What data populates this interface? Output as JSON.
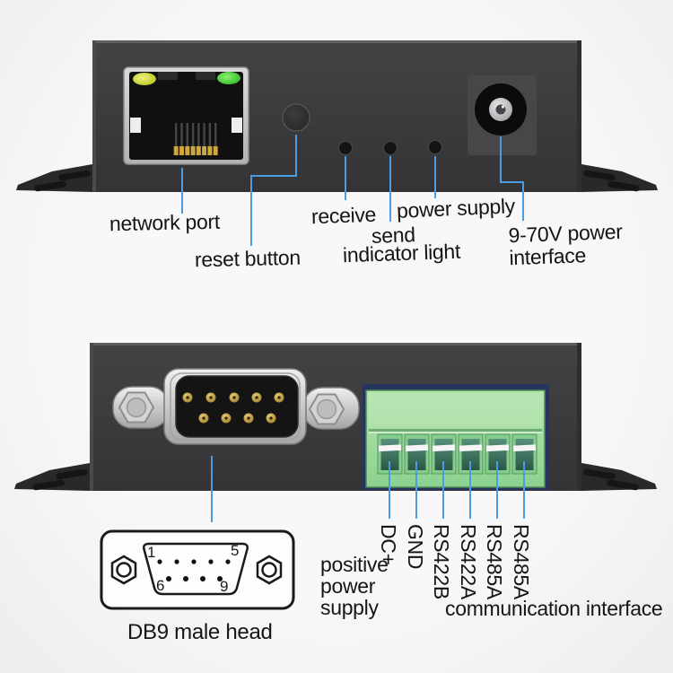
{
  "colors": {
    "callout_blue": "#4a9de2",
    "panel_gray": "#3b3b3d",
    "terminal_green": "#9ed89f",
    "led_yellow": "#c9d32c",
    "led_green": "#3fd435",
    "background": "#f6f6f7",
    "text": "#151515"
  },
  "front_view": {
    "callouts": {
      "network_port": "network port",
      "reset_button": "reset button",
      "receive": "receive",
      "send": "send",
      "power_supply": "power supply",
      "indicator_light": "indicator light",
      "power_interface": "9-70V power\ninterface"
    }
  },
  "back_view": {
    "terminals": [
      "DC+",
      "GND",
      "RS422B",
      "RS422A",
      "RS485A",
      "RS485A"
    ],
    "callouts": {
      "positive_power_supply": "positive\npower\nsupply",
      "communication_interface": "communication interface",
      "db9_male_head": "DB9 male head"
    },
    "db9_pins": {
      "top_left": "1",
      "top_right": "5",
      "bottom_left": "6",
      "bottom_right": "9"
    }
  }
}
